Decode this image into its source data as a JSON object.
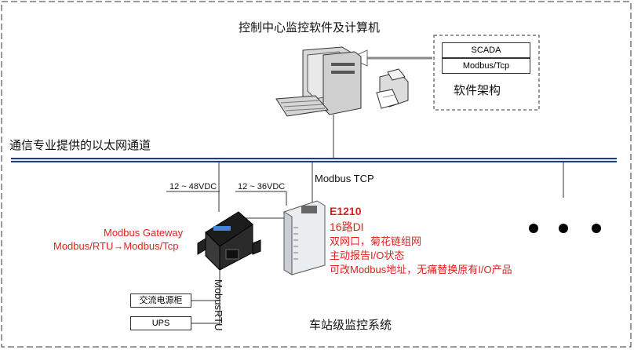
{
  "title": "控制中心监控软件及计算机",
  "software_architecture": {
    "label": "软件架构",
    "items": [
      "SCADA",
      "Modbus/Tcp"
    ]
  },
  "network": {
    "label": "通信专业提供的以太网通道",
    "protocol_label": "Modbus TCP"
  },
  "power": {
    "gateway_voltage": "12 ~ 48VDC",
    "io_voltage": "12 ~ 36VDC"
  },
  "gateway": {
    "line1": "Modbus Gateway",
    "line2": "Modbus/RTU→Modbus/Tcp"
  },
  "io_module": {
    "model": "E1210",
    "features": [
      "16路DI",
      "双网口，菊花链组网",
      "主动报告I/O状态",
      "可改Modbus地址，无痛替换原有I/O产品"
    ]
  },
  "serial": {
    "label": "MobusRTU",
    "devices": [
      "交流电源柜",
      "UPS"
    ]
  },
  "station_label": "车站级监控系统",
  "colors": {
    "accent_red": "#e0201c",
    "bus_blue": "#1a3d8f",
    "dash": "#333333"
  }
}
